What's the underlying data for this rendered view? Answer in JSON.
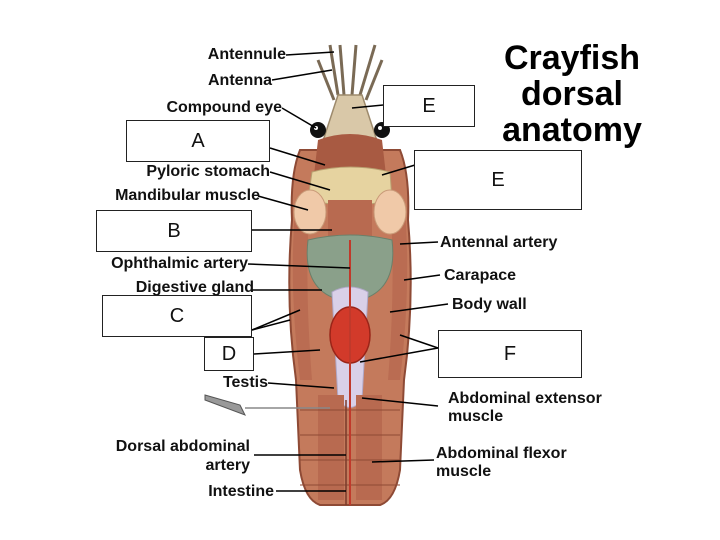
{
  "title_lines": [
    "Crayfish",
    "dorsal",
    "anatomy"
  ],
  "labels": {
    "antennule": "Antennule",
    "antenna": "Antenna",
    "compound_eye": "Compound eye",
    "pyloric_stomach": "Pyloric stomach",
    "mandibular_muscle": "Mandibular muscle",
    "ophthalmic_artery": "Ophthalmic artery",
    "digestive_gland": "Digestive gland",
    "testis": "Testis",
    "dorsal_abdominal_artery_1": "Dorsal abdominal",
    "dorsal_abdominal_artery_2": "artery",
    "intestine": "Intestine",
    "antennal_artery": "Antennal artery",
    "carapace": "Carapace",
    "body_wall": "Body wall",
    "abdominal_extensor_1": "Abdominal extensor",
    "abdominal_extensor_2": "muscle",
    "abdominal_flexor_1": "Abdominal flexor",
    "abdominal_flexor_2": "muscle"
  },
  "answer_boxes": {
    "a": "A",
    "b": "B",
    "c": "C",
    "d": "D",
    "e_top": "E",
    "e_right": "E",
    "f": "F"
  },
  "colors": {
    "muscle": "#b86a50",
    "muscle_dark": "#8e4a35",
    "stomach": "#e6d3a0",
    "digestive_gland": "#8aa08a",
    "heart": "#d23a2a",
    "testis": "#d9d0e8",
    "mandibular": "#f0c9a8",
    "shell": "#d9c8a8",
    "eye": "#111111"
  }
}
